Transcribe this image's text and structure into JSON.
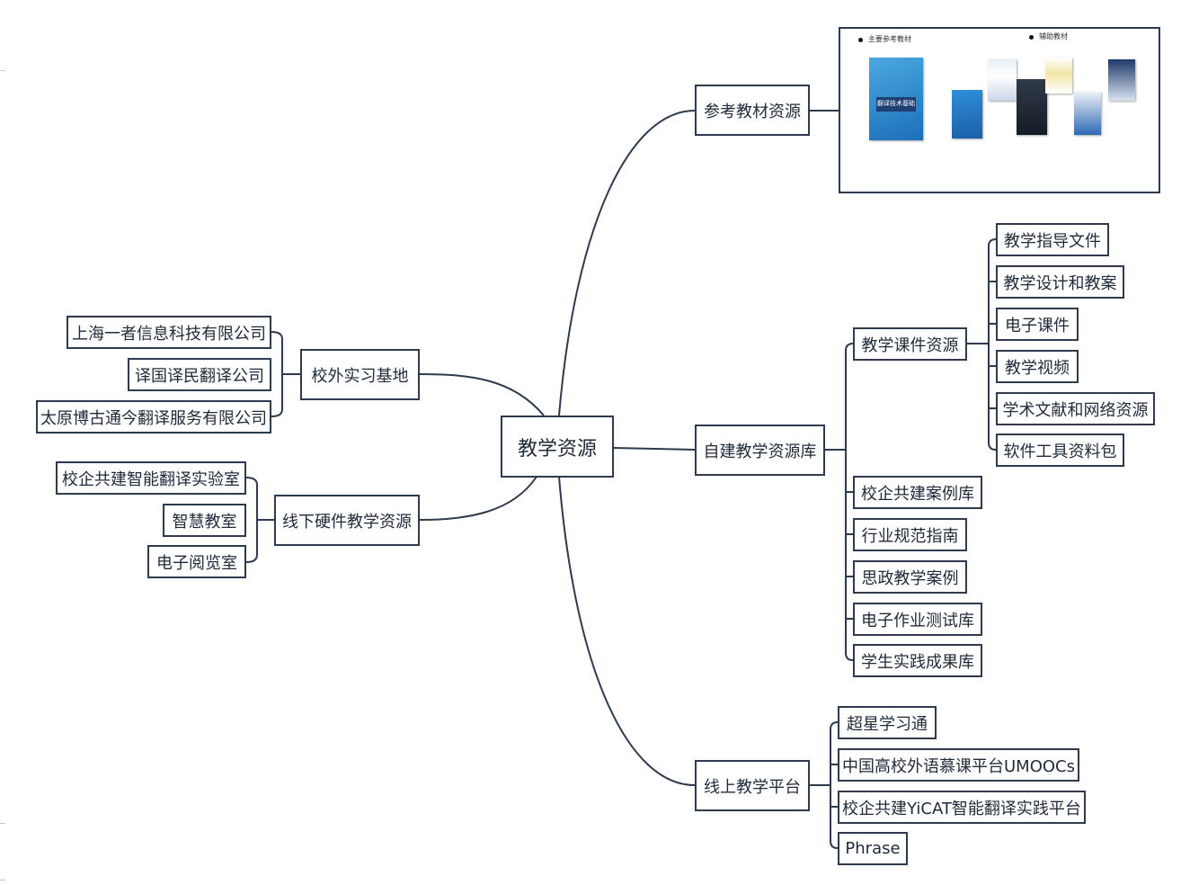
{
  "root": "教学资源",
  "branches": {
    "textbooks": {
      "label": "参考教材资源",
      "panel": {
        "main_label": "主要参考教材",
        "aux_label": "辅助教材",
        "main_book_title": "翻译技术基础"
      }
    },
    "self_built": {
      "label": "自建教学资源库",
      "courseware": {
        "label": "教学课件资源",
        "items": [
          "教学指导文件",
          "教学设计和教案",
          "电子课件",
          "教学视频",
          "学术文献和网络资源",
          "软件工具资料包"
        ]
      },
      "items": [
        "校企共建案例库",
        "行业规范指南",
        "思政教学案例",
        "电子作业测试库",
        "学生实践成果库"
      ]
    },
    "online": {
      "label": "线上教学平台",
      "items": [
        "超星学习通",
        "中国高校外语慕课平台UMOOCs",
        "校企共建YiCAT智能翻译实践平台",
        "Phrase"
      ]
    },
    "internship": {
      "label": "校外实习基地",
      "items": [
        "上海一者信息科技有限公司",
        "译国译民翻译公司",
        "太原博古通今翻译服务有限公司"
      ]
    },
    "hardware": {
      "label": "线下硬件教学资源",
      "items": [
        "校企共建智能翻译实验室",
        "智慧教室",
        "电子阅览室"
      ]
    }
  },
  "colors": {
    "line": "#2e3a4d",
    "border": "#2e3a4d"
  }
}
